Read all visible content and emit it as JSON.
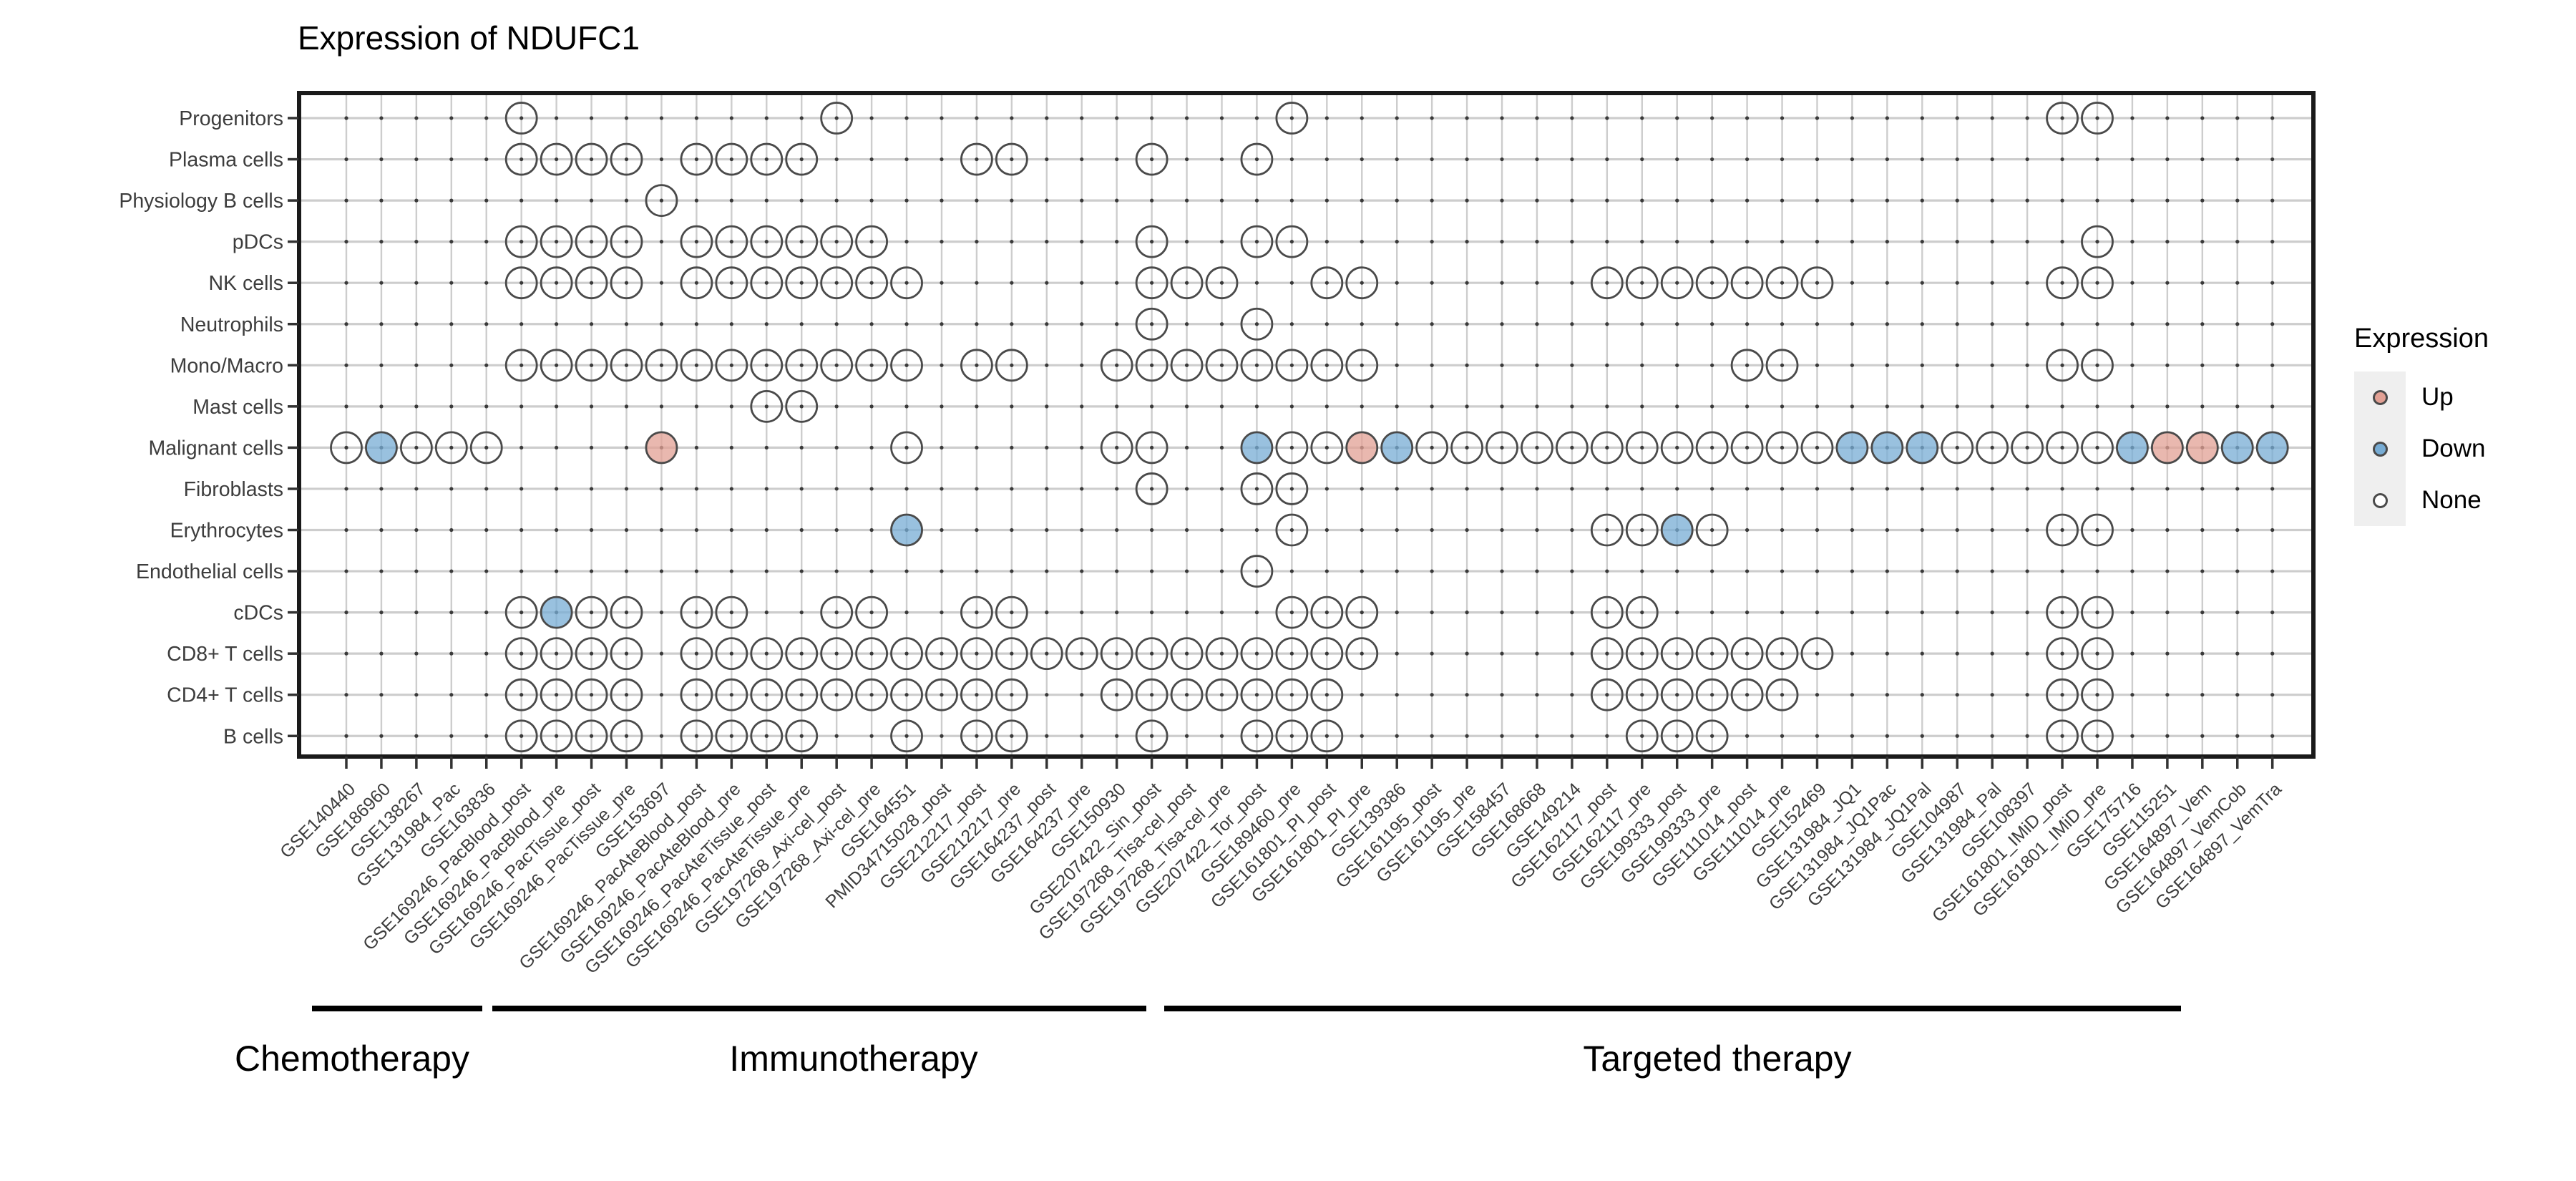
{
  "title": "Expression of NDUFC1",
  "legend": {
    "title": "Expression",
    "items": [
      {
        "label": "Up",
        "key": "up"
      },
      {
        "label": "Down",
        "key": "down"
      },
      {
        "label": "None",
        "key": "none"
      }
    ]
  },
  "colors": {
    "up": "#E2A094",
    "down": "#77ACD4",
    "none": "#FFFFFF",
    "circle_stroke": "#4a4a4a",
    "grid": "#CDCDCD",
    "intersection_dot": "#3A3A3A",
    "axis_text": "#3d3d3d",
    "underline": "#000000"
  },
  "chart_data": {
    "type": "dot-matrix",
    "title": "Expression of NDUFC1",
    "legend_title": "Expression",
    "legend_entries": [
      "Up",
      "Down",
      "None"
    ],
    "rows": [
      {
        "name": "Progenitors",
        "up": [],
        "down": [],
        "none": [
          6,
          15,
          28,
          50,
          51
        ]
      },
      {
        "name": "Plasma cells",
        "up": [],
        "down": [],
        "none": [
          6,
          7,
          8,
          9,
          11,
          12,
          13,
          14,
          19,
          20,
          24,
          27
        ]
      },
      {
        "name": "Physiology B cells",
        "up": [],
        "down": [],
        "none": [
          10
        ]
      },
      {
        "name": "pDCs",
        "up": [],
        "down": [],
        "none": [
          6,
          7,
          8,
          9,
          11,
          12,
          13,
          14,
          15,
          16,
          24,
          27,
          28,
          51
        ]
      },
      {
        "name": "NK cells",
        "up": [],
        "down": [],
        "none": [
          6,
          7,
          8,
          9,
          11,
          12,
          13,
          14,
          15,
          16,
          17,
          24,
          25,
          26,
          29,
          30,
          37,
          38,
          39,
          40,
          41,
          42,
          43,
          50,
          51
        ]
      },
      {
        "name": "Neutrophils",
        "up": [],
        "down": [],
        "none": [
          24,
          27
        ]
      },
      {
        "name": "Mono/Macro",
        "up": [],
        "down": [],
        "none": [
          6,
          7,
          8,
          9,
          10,
          11,
          12,
          13,
          14,
          15,
          16,
          17,
          19,
          20,
          23,
          24,
          25,
          26,
          27,
          28,
          29,
          30,
          41,
          42,
          50,
          51
        ]
      },
      {
        "name": "Mast cells",
        "up": [],
        "down": [],
        "none": [
          13,
          14
        ]
      },
      {
        "name": "Malignant cells",
        "up": [
          10,
          30,
          53,
          54
        ],
        "down": [
          2,
          27,
          31,
          44,
          45,
          46,
          52,
          55,
          56
        ],
        "none": [
          1,
          3,
          4,
          5,
          17,
          23,
          24,
          28,
          29,
          32,
          33,
          34,
          35,
          36,
          37,
          38,
          39,
          40,
          41,
          42,
          43,
          47,
          48,
          49,
          50,
          51
        ]
      },
      {
        "name": "Fibroblasts",
        "up": [],
        "down": [],
        "none": [
          24,
          27,
          28
        ]
      },
      {
        "name": "Erythrocytes",
        "up": [],
        "down": [
          17,
          39
        ],
        "none": [
          28,
          37,
          38,
          40,
          50,
          51
        ]
      },
      {
        "name": "Endothelial cells",
        "up": [],
        "down": [],
        "none": [
          27
        ]
      },
      {
        "name": "cDCs",
        "up": [],
        "down": [
          7
        ],
        "none": [
          6,
          8,
          9,
          11,
          12,
          15,
          16,
          19,
          20,
          28,
          29,
          30,
          37,
          38,
          50,
          51
        ]
      },
      {
        "name": "CD8+ T cells",
        "up": [],
        "down": [],
        "none": [
          6,
          7,
          8,
          9,
          11,
          12,
          13,
          14,
          15,
          16,
          17,
          18,
          19,
          20,
          21,
          22,
          23,
          24,
          25,
          26,
          27,
          28,
          29,
          30,
          37,
          38,
          39,
          40,
          41,
          42,
          43,
          50,
          51
        ]
      },
      {
        "name": "CD4+ T cells",
        "up": [],
        "down": [],
        "none": [
          6,
          7,
          8,
          9,
          11,
          12,
          13,
          14,
          15,
          16,
          17,
          18,
          19,
          20,
          23,
          24,
          25,
          26,
          27,
          28,
          29,
          37,
          38,
          39,
          40,
          41,
          42,
          50,
          51
        ]
      },
      {
        "name": "B cells",
        "up": [],
        "down": [],
        "none": [
          6,
          7,
          8,
          9,
          11,
          12,
          13,
          14,
          17,
          19,
          20,
          24,
          27,
          28,
          29,
          38,
          39,
          40,
          50,
          51
        ]
      }
    ],
    "columns": [
      "GSE140440",
      "GSE186960",
      "GSE138267",
      "GSE131984_Pac",
      "GSE163836",
      "GSE169246_PacBlood_post",
      "GSE169246_PacBlood_pre",
      "GSE169246_PacTissue_post",
      "GSE169246_PacTissue_pre",
      "GSE153697",
      "GSE169246_PacAteBlood_post",
      "GSE169246_PacAteBlood_pre",
      "GSE169246_PacAteTissue_post",
      "GSE169246_PacAteTissue_pre",
      "GSE197268_Axi-cel_post",
      "GSE197268_Axi-cel_pre",
      "GSE164551",
      "PMID34715028_post",
      "GSE212217_post",
      "GSE212217_pre",
      "GSE164237_post",
      "GSE164237_pre",
      "GSE150930",
      "GSE207422_Sin_post",
      "GSE197268_Tisa-cel_post",
      "GSE197268_Tisa-cel_pre",
      "GSE207422_Tor_post",
      "GSE189460_pre",
      "GSE161801_PI_post",
      "GSE161801_PI_pre",
      "GSE139386",
      "GSE161195_post",
      "GSE161195_pre",
      "GSE158457",
      "GSE168668",
      "GSE149214",
      "GSE162117_post",
      "GSE162117_pre",
      "GSE199333_post",
      "GSE199333_pre",
      "GSE111014_post",
      "GSE111014_pre",
      "GSE152469",
      "GSE131984_JQ1",
      "GSE131984_JQ1Pac",
      "GSE131984_JQ1Pal",
      "GSE104987",
      "GSE131984_Pal",
      "GSE108397",
      "GSE161801_IMiD_post",
      "GSE161801_IMiD_pre",
      "GSE175716",
      "GSE115251",
      "GSE164897_Vem",
      "GSE164897_VemCob",
      "GSE164897_VemTra"
    ],
    "groups": [
      {
        "label": "Chemotherapy",
        "from_column": 1,
        "to_column": 5,
        "underline_x": [
          436,
          674
        ],
        "label_x": 492
      },
      {
        "label": "Immunotherapy",
        "from_column": 6,
        "to_column": 24,
        "underline_x": [
          688,
          1602
        ],
        "label_x": 1193
      },
      {
        "label": "Targeted therapy",
        "from_column": 25,
        "to_column": 53,
        "underline_x": [
          1627,
          3048
        ],
        "label_x": 2400
      }
    ]
  }
}
